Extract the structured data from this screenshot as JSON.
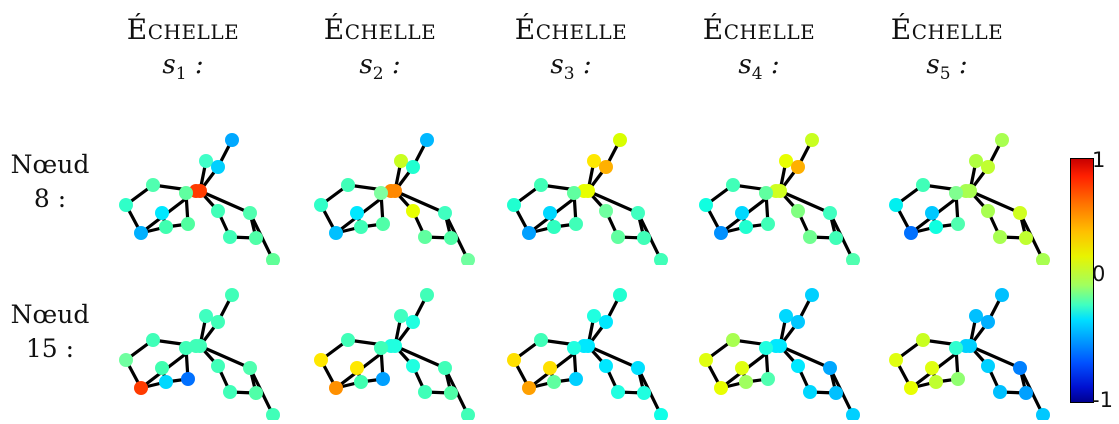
{
  "columns": [
    {
      "title": "Échelle",
      "sub": "s1 :"
    },
    {
      "title": "Échelle",
      "sub": "s2 :"
    },
    {
      "title": "Échelle",
      "sub": "s3 :"
    },
    {
      "title": "Échelle",
      "sub": "s4 :"
    },
    {
      "title": "Échelle",
      "sub": "s5 :"
    }
  ],
  "rows": [
    {
      "label_line1": "Nœud",
      "label_line2": "8 :"
    },
    {
      "label_line1": "Nœud",
      "label_line2": "15 :"
    }
  ],
  "colorbar": {
    "max": "1",
    "mid": "0",
    "min": "-1"
  },
  "graph": {
    "node_count": 17,
    "edges": [
      [
        0,
        1
      ],
      [
        1,
        2
      ],
      [
        2,
        3
      ],
      [
        3,
        0
      ],
      [
        3,
        5
      ],
      [
        4,
        5
      ],
      [
        5,
        6
      ],
      [
        6,
        7
      ],
      [
        7,
        8
      ],
      [
        8,
        0
      ],
      [
        8,
        9
      ],
      [
        9,
        10
      ],
      [
        10,
        11
      ],
      [
        11,
        12
      ],
      [
        12,
        8
      ],
      [
        8,
        13
      ],
      [
        13,
        14
      ],
      [
        14,
        15
      ],
      [
        14,
        8
      ],
      [
        12,
        16
      ]
    ]
  },
  "panels": [
    {
      "row": 0,
      "col": 0,
      "colors": [
        "#ff3b00",
        "#50ffb0",
        "#30ffc8",
        "#00b0ff",
        "#00e8ff",
        "#40ffb0",
        "#50ffa0",
        "#60ffa0",
        "#ff3b00",
        "#40ffb8",
        "#40ffb8",
        "#50ffa8",
        "#50ffb0",
        "#40ffc8",
        "#00d0ff",
        "#00a8ff",
        "#60ff98"
      ]
    },
    {
      "row": 0,
      "col": 1,
      "colors": [
        "#ff8800",
        "#40ffb8",
        "#30ffc8",
        "#00c0ff",
        "#00e8ff",
        "#40ffb8",
        "#50ffa8",
        "#80ffa0",
        "#ff8800",
        "#e8ff00",
        "#60ffa0",
        "#50ffa8",
        "#40ffc0",
        "#c8ff20",
        "#20ffd0",
        "#00b8ff",
        "#70ffa0"
      ]
    },
    {
      "row": 0,
      "col": 2,
      "colors": [
        "#e8ff00",
        "#40ffb8",
        "#20ffd0",
        "#00a0ff",
        "#00d8ff",
        "#30ffc0",
        "#40ffb8",
        "#60ffa0",
        "#e8ff00",
        "#70ffa0",
        "#60ffa0",
        "#40ffb8",
        "#40ffc0",
        "#ffe800",
        "#ffb000",
        "#d8ff00",
        "#40ffb8"
      ]
    },
    {
      "row": 0,
      "col": 3,
      "colors": [
        "#d0ff20",
        "#40ffb8",
        "#10ffe0",
        "#0090ff",
        "#00d8ff",
        "#20ffd0",
        "#40ffb8",
        "#60ffa0",
        "#d0ff20",
        "#80ff80",
        "#70ff90",
        "#40ffb8",
        "#40ffc0",
        "#e8ff00",
        "#ffb000",
        "#c8ff20",
        "#50ffb0"
      ]
    },
    {
      "row": 0,
      "col": 4,
      "colors": [
        "#a8ff50",
        "#40ffb8",
        "#00f0f0",
        "#0070ff",
        "#00c8ff",
        "#10ffe0",
        "#50ffb0",
        "#80ff90",
        "#a8ff50",
        "#a8ff50",
        "#a8ff50",
        "#c0ff30",
        "#d0ff20",
        "#b0ff40",
        "#c0ff30",
        "#a8ff50",
        "#a8ff50"
      ]
    },
    {
      "row": 1,
      "col": 0,
      "colors": [
        "#40ffb8",
        "#40ffb8",
        "#70ffa0",
        "#ff3b00",
        "#40ffb0",
        "#00d8ff",
        "#0070ff",
        "#40ffb8",
        "#40ffb8",
        "#40ffb8",
        "#40ffb8",
        "#50ffa8",
        "#50ffb0",
        "#40ffc0",
        "#40ffb8",
        "#40ffb8",
        "#40ffb8"
      ]
    },
    {
      "row": 1,
      "col": 1,
      "colors": [
        "#20ffe0",
        "#40ffb8",
        "#ffe800",
        "#ff9000",
        "#ffe800",
        "#40ffb0",
        "#00a0ff",
        "#40ffb8",
        "#20ffe0",
        "#20ffe0",
        "#40ffb8",
        "#50ffa8",
        "#40ffb8",
        "#40ffc0",
        "#20ffe0",
        "#40ffb8",
        "#40ffb8"
      ]
    },
    {
      "row": 1,
      "col": 2,
      "colors": [
        "#00e8ff",
        "#40ffb8",
        "#ffe000",
        "#ffa000",
        "#ffe000",
        "#60ffa0",
        "#00d0ff",
        "#20ffe0",
        "#00e8ff",
        "#00e8ff",
        "#20ffe0",
        "#20ffe0",
        "#00e0ff",
        "#20ffe0",
        "#00e8ff",
        "#20ffd0",
        "#10ffe8"
      ]
    },
    {
      "row": 1,
      "col": 3,
      "colors": [
        "#00e8ff",
        "#a8ff50",
        "#e0ff10",
        "#e8ff00",
        "#e0ff10",
        "#a0ff60",
        "#50ffb0",
        "#20ffe0",
        "#00e8ff",
        "#00e8ff",
        "#00d8ff",
        "#00c0ff",
        "#00a8ff",
        "#00d8ff",
        "#00c8ff",
        "#00d0ff",
        "#00d0ff"
      ]
    },
    {
      "row": 1,
      "col": 4,
      "colors": [
        "#00d0ff",
        "#c8ff20",
        "#e0ff10",
        "#e8ff00",
        "#e0ff10",
        "#c0ff30",
        "#90ff70",
        "#30ffd0",
        "#00d0ff",
        "#00d0ff",
        "#00c0ff",
        "#00a0ff",
        "#0080ff",
        "#00c0ff",
        "#00b0ff",
        "#00c0ff",
        "#00c8ff"
      ]
    }
  ]
}
